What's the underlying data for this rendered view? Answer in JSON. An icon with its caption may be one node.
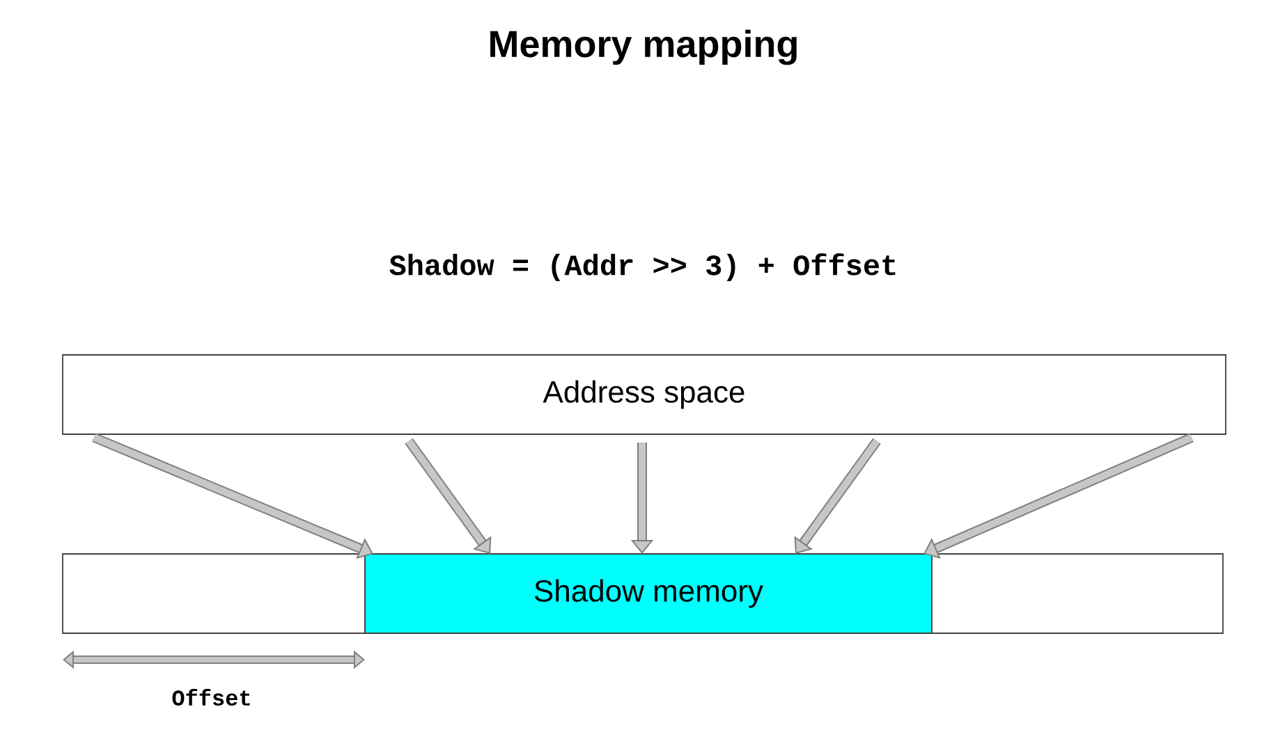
{
  "diagram": {
    "title": "Memory mapping",
    "nodes": [
      {
        "text": [
          "Address space"
        ]
      },
      {
        "text": [],
        "shape": "box"
      },
      {
        "text": [
          "Shadow memory"
        ]
      },
      {
        "text": [],
        "shape": "box"
      }
    ],
    "edges": [
      {
        "from": 0,
        "to": 2,
        "arrow": "to"
      },
      {
        "from": 0,
        "to": 2,
        "arrow": "to"
      },
      {
        "from": 0,
        "to": 2,
        "arrow": "to"
      },
      {
        "from": 0,
        "to": 2,
        "arrow": "to"
      },
      {
        "from": 0,
        "to": 2,
        "arrow": "to"
      }
    ],
    "labels": [
      "Shadow = (Addr >> 3) + Offset",
      "Offset"
    ]
  }
}
